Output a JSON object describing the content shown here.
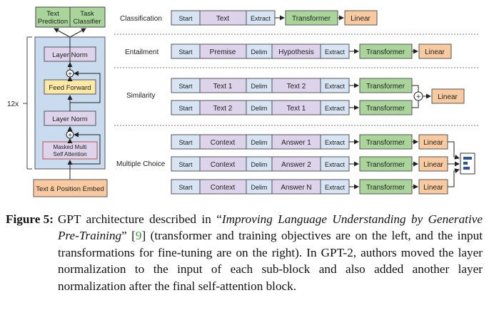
{
  "left": {
    "heads": [
      "Text Prediction",
      "Task Classifier"
    ],
    "repeat": "12x",
    "layer_norm": "Layer Norm",
    "feed_forward": "Feed Forward",
    "masked_attention": "Masked Multi Self Attention",
    "embed": "Text & Position Embed"
  },
  "tasks": {
    "classification": "Classification",
    "entailment": "Entailment",
    "similarity": "Similarity",
    "multiple_choice": "Multiple Choice"
  },
  "tokens": {
    "start": "Start",
    "extract": "Extract",
    "delim": "Delim",
    "text": "Text",
    "premise": "Premise",
    "hypothesis": "Hypothesis",
    "text1": "Text 1",
    "text2": "Text 2",
    "context": "Context",
    "answer1": "Answer 1",
    "answer2": "Answer 2",
    "answerN": "Answer N"
  },
  "blocks": {
    "transformer": "Transformer",
    "linear": "Linear",
    "plus": "+"
  },
  "caption": {
    "label": "Figure 5:",
    "text_before": "GPT architecture described in “",
    "title_italic": "Improving Language Understanding by Generative Pre-Training",
    "text_mid": "” [",
    "cite": "9",
    "text_after": "] (transformer and training objectives are on the left, and the input transformations for fine-tuning are on the right). In GPT-2, authors moved the layer normalization to the input of each sub-block and also added another layer normalization after the final self-attention block."
  },
  "colors": {
    "token_blue": "#d6e4f3",
    "token_purple": "#ddd3ea",
    "transformer_green": "#a9d59a",
    "linear_orange": "#f9c9a0",
    "stack_blue": "#c9dcef"
  }
}
